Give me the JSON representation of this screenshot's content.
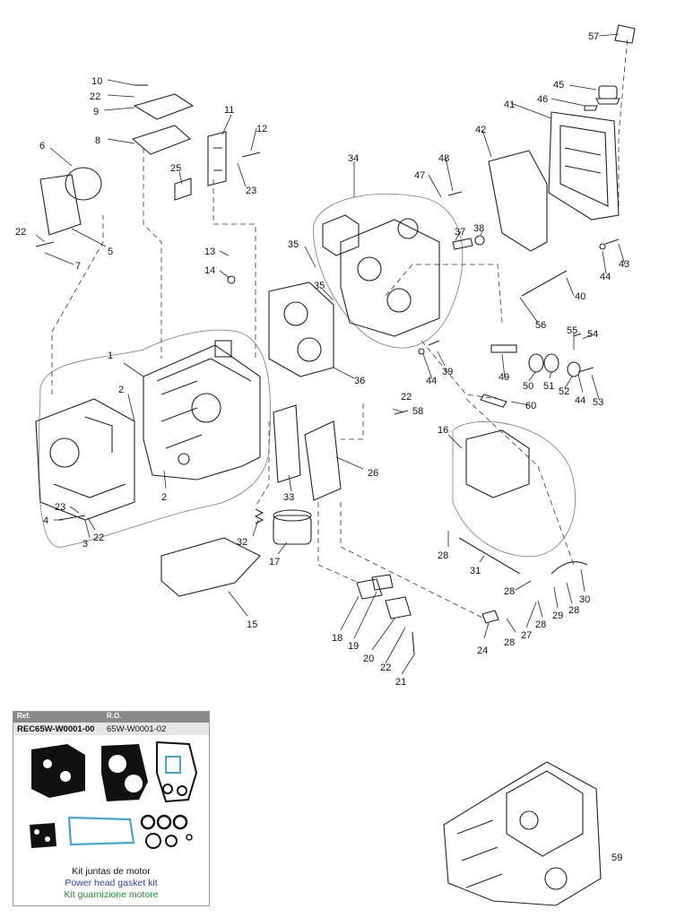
{
  "callouts": [
    "1",
    "2",
    "2",
    "3",
    "4",
    "5",
    "6",
    "7",
    "8",
    "9",
    "10",
    "11",
    "12",
    "13",
    "14",
    "15",
    "16",
    "17",
    "18",
    "19",
    "20",
    "21",
    "22",
    "22",
    "22",
    "22",
    "22",
    "23",
    "23",
    "24",
    "25",
    "26",
    "27",
    "28",
    "28",
    "28",
    "28",
    "28",
    "29",
    "30",
    "31",
    "32",
    "33",
    "34",
    "35",
    "35",
    "36",
    "37",
    "38",
    "39",
    "40",
    "41",
    "42",
    "43",
    "44",
    "44",
    "44",
    "45",
    "46",
    "47",
    "48",
    "49",
    "50",
    "51",
    "52",
    "53",
    "54",
    "55",
    "56",
    "57",
    "58",
    "59",
    "60"
  ],
  "kit": {
    "ref_label": "Ref.",
    "ro_label": "R.O.",
    "ref_value": "REC65W-W0001-00",
    "ro_value": "65W-W0001-02",
    "name_es": "Kit juntas de motor",
    "name_en": "Power head gasket kit",
    "name_it": "Kit guarnizione motore",
    "colors": {
      "es": "#111111",
      "en": "#2a3fb0",
      "it": "#1a8a2a",
      "header_bg": "#8a8a8a"
    }
  }
}
